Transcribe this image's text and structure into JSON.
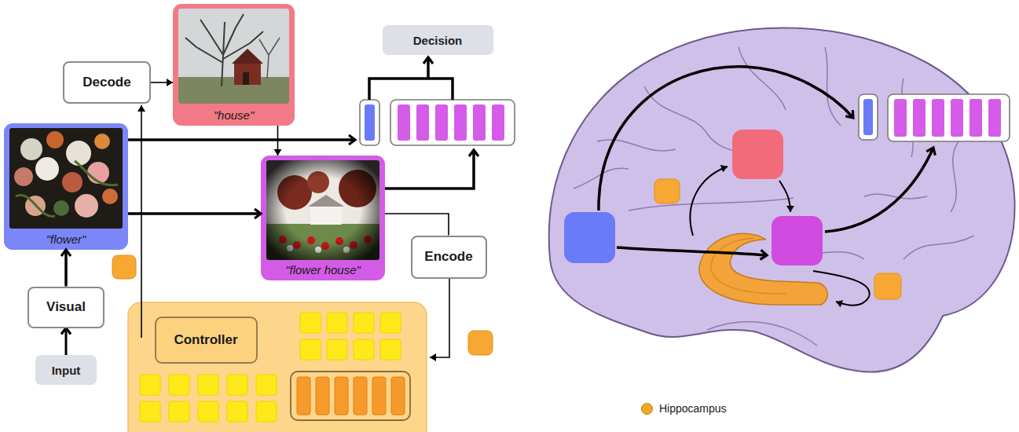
{
  "diagram": {
    "nodes": [
      {
        "text": [
          "Decode"
        ]
      },
      {
        "text": [
          "\"house\""
        ]
      },
      {
        "text": [
          "Decision"
        ]
      },
      {
        "text": [
          "\"flower\""
        ]
      },
      {
        "text": [
          "\"flower house\""
        ]
      },
      {
        "text": [
          "Encode"
        ]
      },
      {
        "text": [
          "Visual"
        ]
      },
      {
        "text": [
          "Controller"
        ]
      },
      {
        "text": [
          "Input"
        ]
      }
    ],
    "edges": [
      {
        "from": 8,
        "to": 6,
        "arrow": "to"
      },
      {
        "from": 6,
        "to": 3,
        "arrow": "to"
      },
      {
        "from": 3,
        "to": 4,
        "arrow": "to"
      },
      {
        "from": 0,
        "to": 1,
        "arrow": "to"
      },
      {
        "from": 1,
        "to": 4,
        "arrow": "to"
      },
      {
        "from": 4,
        "to": 5,
        "arrow": "none"
      }
    ],
    "legend": [
      {
        "text": "Hippocampus",
        "color": "#F5A623"
      }
    ]
  }
}
